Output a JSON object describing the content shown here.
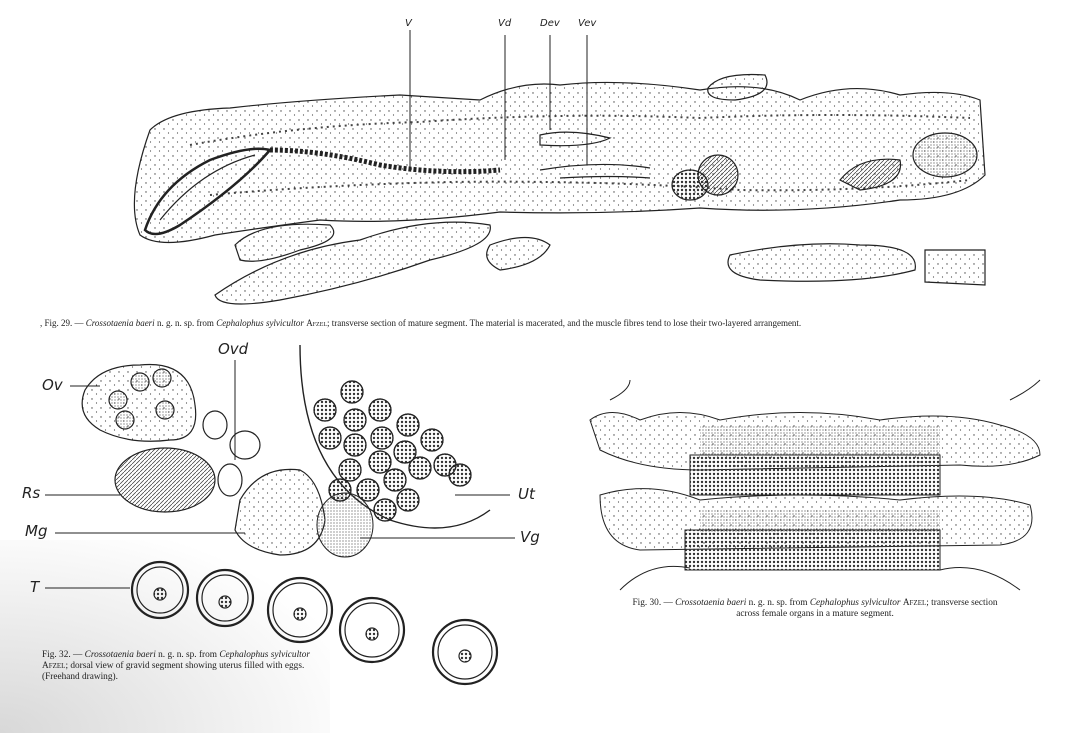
{
  "figure29": {
    "labels": {
      "v": "V",
      "vd": "Vd",
      "dev": "Dev",
      "vev": "Vev"
    },
    "caption": {
      "prefix": ", Fig. 29. — ",
      "genus": "Crossotaenia baeri",
      "mid": " n. g. n. sp. from ",
      "host": "Cephalophus sylvicultor",
      "author": "Afzel",
      "rest": "; transverse section of mature segment. The material is macerated, and the muscle fibres tend to lose their two-layered arrangement."
    }
  },
  "figure32": {
    "labels": {
      "ovd": "Ovd",
      "ov": "Ov",
      "rs": "Rs",
      "mg": "Mg",
      "t": "T",
      "ut": "Ut",
      "vg": "Vg"
    },
    "caption": {
      "prefix": "Fig. 32. — ",
      "genus": "Crossotaenia baeri",
      "mid": " n. g. n. sp. from ",
      "host": "Cephalophus sylvicultor",
      "author": "Afzel",
      "rest": "; dorsal view of gravid segment showing uterus filled with eggs. (Freehand drawing)."
    }
  },
  "figure30": {
    "caption": {
      "prefix": "Fig. 30. — ",
      "genus": "Crossotaenia baeri",
      "mid": " n. g. n. sp. from ",
      "host": "Cephalophus sylvicultor",
      "author": "Afzel",
      "rest": "; transverse section across female organs in a mature segment."
    }
  }
}
